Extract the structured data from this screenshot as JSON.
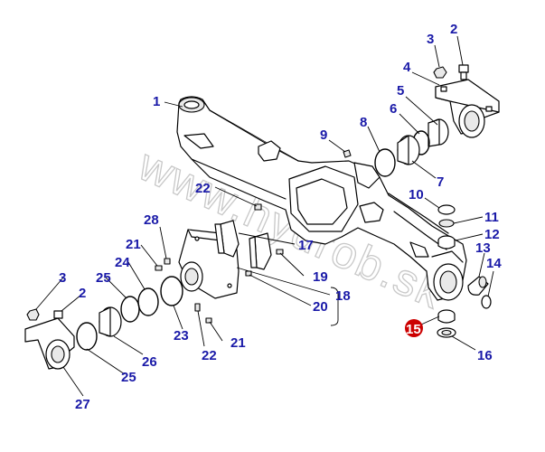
{
  "watermark": "www.hydrob.sk",
  "callouts": {
    "c1": "1",
    "c2a": "2",
    "c2b": "2",
    "c3a": "3",
    "c3b": "3",
    "c4": "4",
    "c5": "5",
    "c6": "6",
    "c7": "7",
    "c8": "8",
    "c9": "9",
    "c10": "10",
    "c11": "11",
    "c12": "12",
    "c13": "13",
    "c14": "14",
    "c15": "15",
    "c16": "16",
    "c17": "17",
    "c18": "18",
    "c19": "19",
    "c20": "20",
    "c21a": "21",
    "c21b": "21",
    "c22a": "22",
    "c22b": "22",
    "c23": "23",
    "c24": "24",
    "c25a": "25",
    "c25b": "25",
    "c26": "26",
    "c27": "27",
    "c28": "28"
  },
  "highlighted_callout": "15",
  "colors": {
    "callout_text": "#1a1aa8",
    "highlight_fill": "#cc0000",
    "watermark": "#c8c8c8"
  }
}
